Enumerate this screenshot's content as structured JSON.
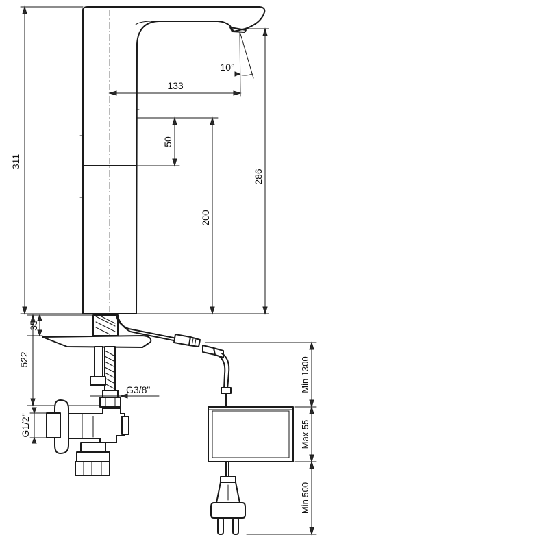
{
  "dimensions": {
    "total_height": "311",
    "spout_reach": "133",
    "spout_angle": "10°",
    "upper_segment": "50",
    "lower_body": "200",
    "spout_height": "286",
    "deck_thickness": "35",
    "hose_length": "522",
    "hose_thread": "G3/8\"",
    "inlet_thread": "G1/2\"",
    "cable_to_box": "Min 1300",
    "box_height": "Max 55",
    "power_cable": "Min 500"
  }
}
